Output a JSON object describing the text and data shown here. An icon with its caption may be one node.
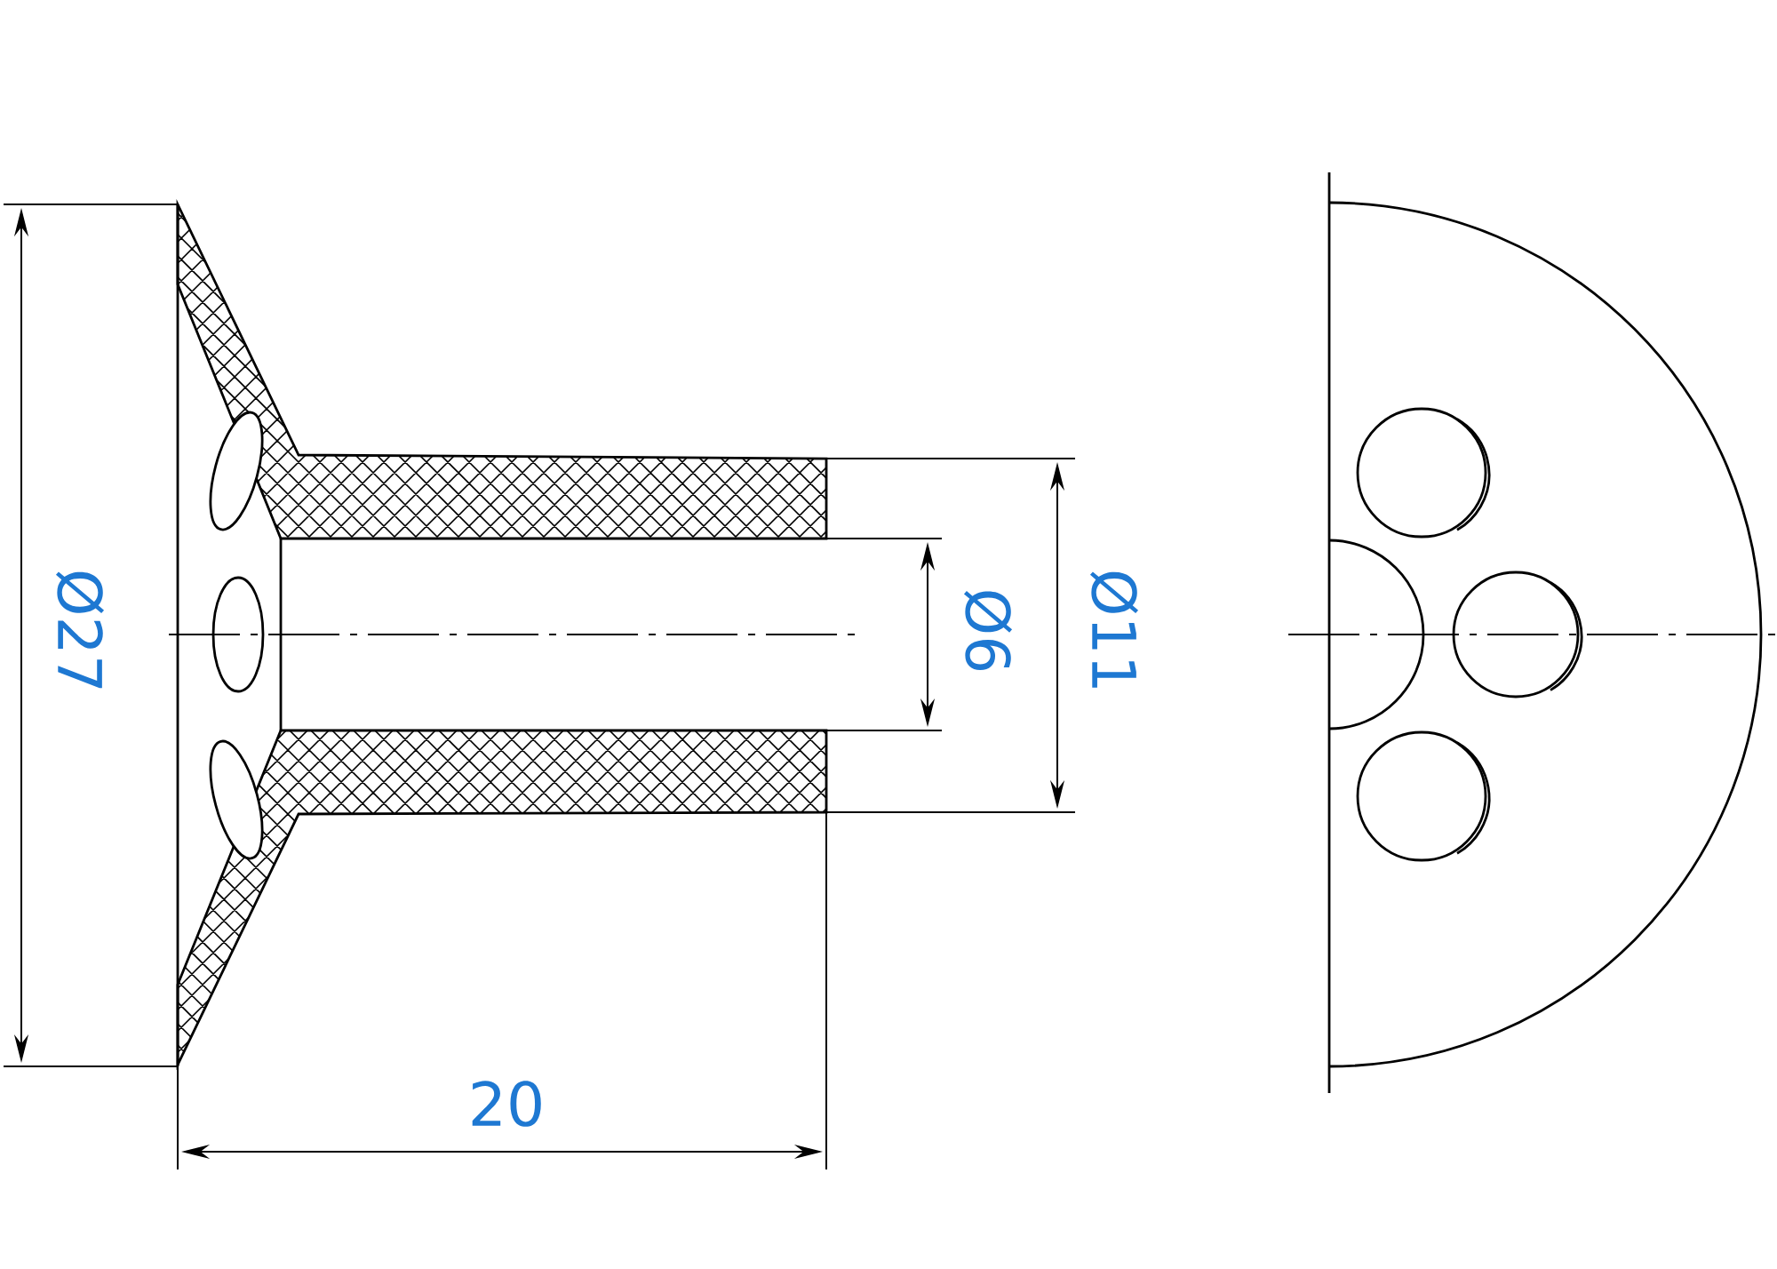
{
  "diagram": {
    "labels": [
      "Ø27",
      "Ø6",
      "Ø11",
      "20"
    ]
  }
}
